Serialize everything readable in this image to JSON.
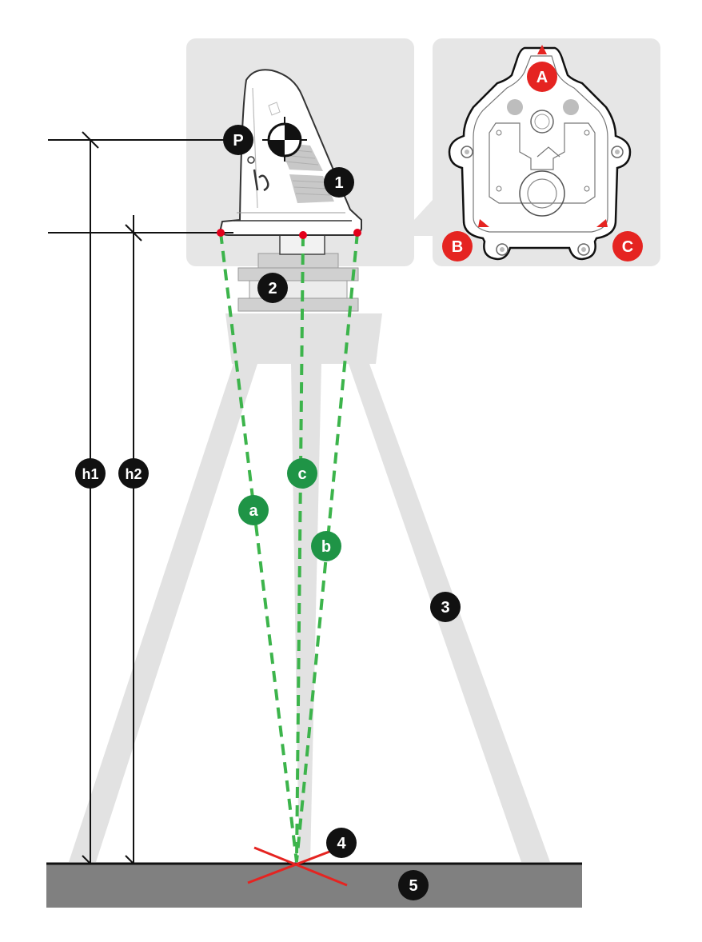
{
  "labels": {
    "p": "P",
    "n1": "1",
    "n2": "2",
    "n3": "3",
    "n4": "4",
    "n5": "5",
    "h1": "h1",
    "h2": "h2",
    "a": "a",
    "b": "b",
    "c": "c",
    "corner_a": "A",
    "corner_b": "B",
    "corner_c": "C"
  },
  "colors": {
    "panel": "#e6e6e6",
    "tripod": "#e2e2e2",
    "ground": "#808080",
    "marker_black": "#111111",
    "marker_green": "#1f9446",
    "dashed_green": "#3cb44b",
    "marker_red": "#e52421",
    "point_red": "#e3001b",
    "cross_red": "#e52421"
  },
  "icons": {
    "center_of_mass": "center-of-mass-icon",
    "receiver": "gnss-receiver",
    "base_plate": "receiver-base-plate"
  }
}
